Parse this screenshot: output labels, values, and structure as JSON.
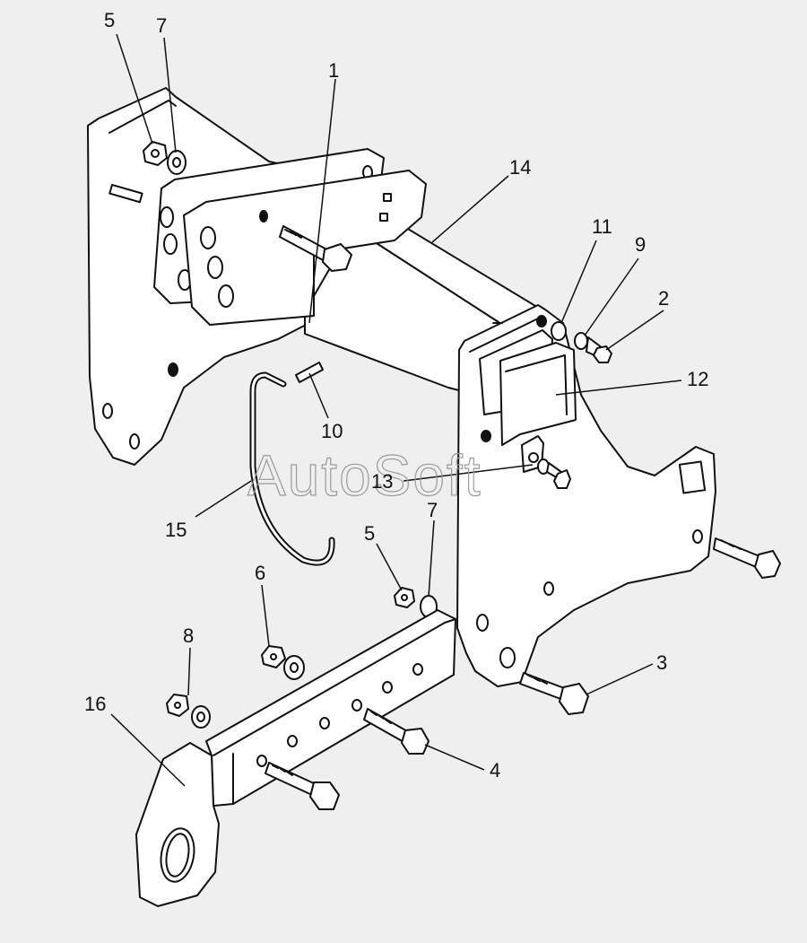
{
  "watermark": "AutoSoft",
  "callouts": [
    {
      "id": "c5a",
      "label": "5"
    },
    {
      "id": "c7a",
      "label": "7"
    },
    {
      "id": "c1",
      "label": "1"
    },
    {
      "id": "c14",
      "label": "14"
    },
    {
      "id": "c11",
      "label": "11"
    },
    {
      "id": "c9",
      "label": "9"
    },
    {
      "id": "c2",
      "label": "2"
    },
    {
      "id": "c12",
      "label": "12"
    },
    {
      "id": "c10",
      "label": "10"
    },
    {
      "id": "c13",
      "label": "13"
    },
    {
      "id": "c15",
      "label": "15"
    },
    {
      "id": "c5b",
      "label": "5"
    },
    {
      "id": "c7b",
      "label": "7"
    },
    {
      "id": "c6",
      "label": "6"
    },
    {
      "id": "c8",
      "label": "8"
    },
    {
      "id": "c16",
      "label": "16"
    },
    {
      "id": "c3",
      "label": "3"
    },
    {
      "id": "c4",
      "label": "4"
    }
  ]
}
